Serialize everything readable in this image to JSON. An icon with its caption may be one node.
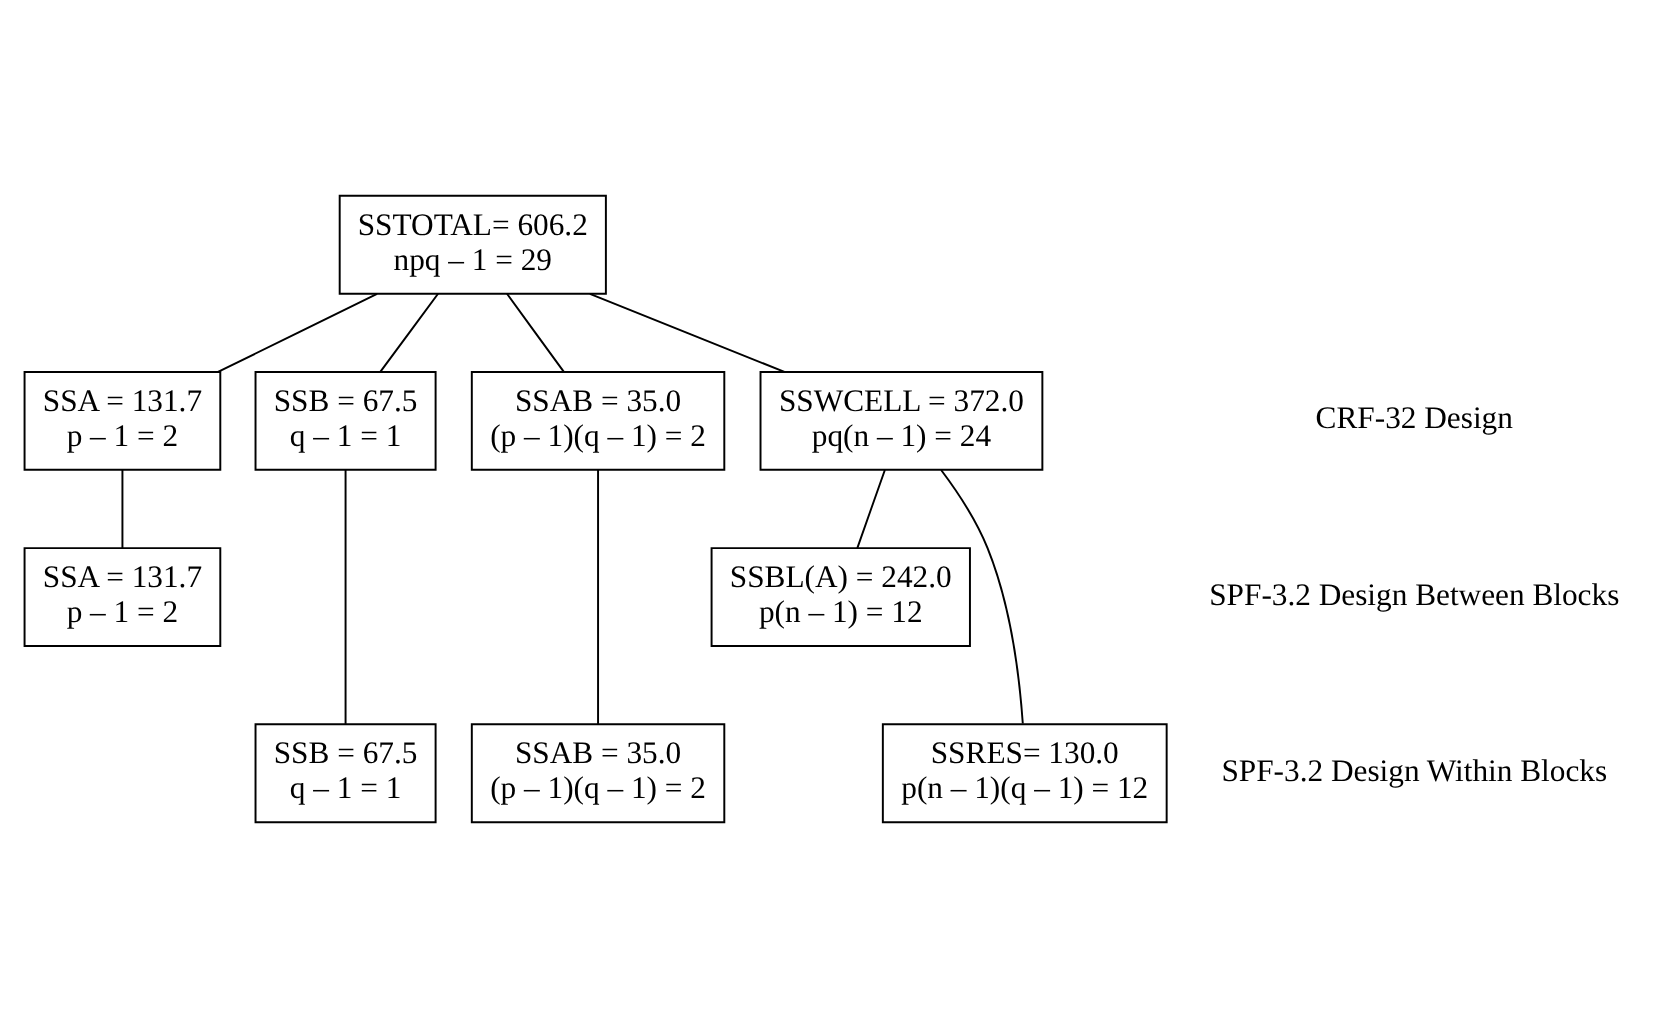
{
  "diagram": {
    "nodes": [
      {
        "text": [
          "SSTOTAL= 606.2",
          "npq – 1 = 29"
        ]
      },
      {
        "text": [
          "SSA = 131.7",
          "p – 1 = 2"
        ]
      },
      {
        "text": [
          "SSB = 67.5",
          "q – 1 = 1"
        ]
      },
      {
        "text": [
          "SSAB = 35.0",
          "(p – 1)(q – 1) = 2"
        ]
      },
      {
        "text": [
          "SSWCELL = 372.0",
          "pq(n – 1) = 24"
        ]
      },
      {
        "text": [
          "SSA = 131.7",
          "p – 1 = 2"
        ]
      },
      {
        "text": [
          "SSBL(A) = 242.0",
          "p(n – 1) = 12"
        ]
      },
      {
        "text": [
          "SSB = 67.5",
          "q – 1 = 1"
        ]
      },
      {
        "text": [
          "SSAB = 35.0",
          "(p – 1)(q – 1) = 2"
        ]
      },
      {
        "text": [
          "SSRES= 130.0",
          "p(n – 1)(q – 1) = 12"
        ]
      }
    ],
    "edges": [
      {
        "from": 0,
        "to": 1,
        "arrow": "none"
      },
      {
        "from": 0,
        "to": 2,
        "arrow": "none"
      },
      {
        "from": 0,
        "to": 3,
        "arrow": "none"
      },
      {
        "from": 0,
        "to": 4,
        "arrow": "none"
      },
      {
        "from": 1,
        "to": 5,
        "arrow": "none"
      },
      {
        "from": 2,
        "to": 7,
        "arrow": "none"
      },
      {
        "from": 3,
        "to": 8,
        "arrow": "none"
      },
      {
        "from": 4,
        "to": 6,
        "arrow": "none"
      },
      {
        "from": 4,
        "to": 9,
        "arrow": "none"
      }
    ],
    "labels": [
      "CRF-32 Design",
      "SPF-3.2 Design Between Blocks",
      "SPF-3.2 Design Within Blocks"
    ]
  }
}
